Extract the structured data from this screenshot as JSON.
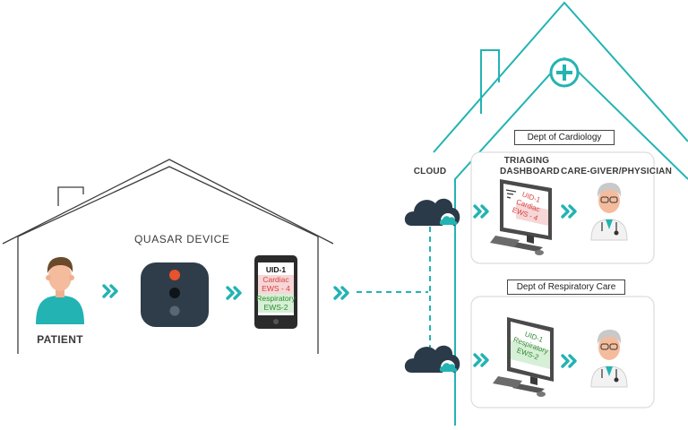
{
  "labels": {
    "quasar_device": "QUASAR DEVICE",
    "patient": "PATIENT",
    "cloud": "CLOUD",
    "triaging_dashboard_line1": "TRIAGING",
    "triaging_dashboard_line2": "DASHBOARD",
    "care_giver": "CARE-GIVER/PHYSICIAN",
    "dept_cardiology": "Dept of Cardiology",
    "dept_respiratory": "Dept of Respiratory Care"
  },
  "phone": {
    "uid": "UID-1",
    "cardiac": "Cardiac",
    "cardiac_ews": "EWS - 4",
    "respiratory": "Respiratory",
    "respiratory_ews": "EWS-2"
  },
  "monitor_cardiology": {
    "uid": "UID-1",
    "condition": "Cardiac",
    "ews": "EWS - 4"
  },
  "monitor_respiratory": {
    "uid": "UID-1",
    "condition": "Respiratory",
    "ews": "EWS-2"
  },
  "colors": {
    "teal": "#23b3b3",
    "house_outline": "#3d3d3d",
    "cardiac_red": "#d94040",
    "cardiac_bg": "#f6d6d6",
    "respiratory_green": "#2f8a2f",
    "respiratory_bg": "#d6efd6"
  }
}
